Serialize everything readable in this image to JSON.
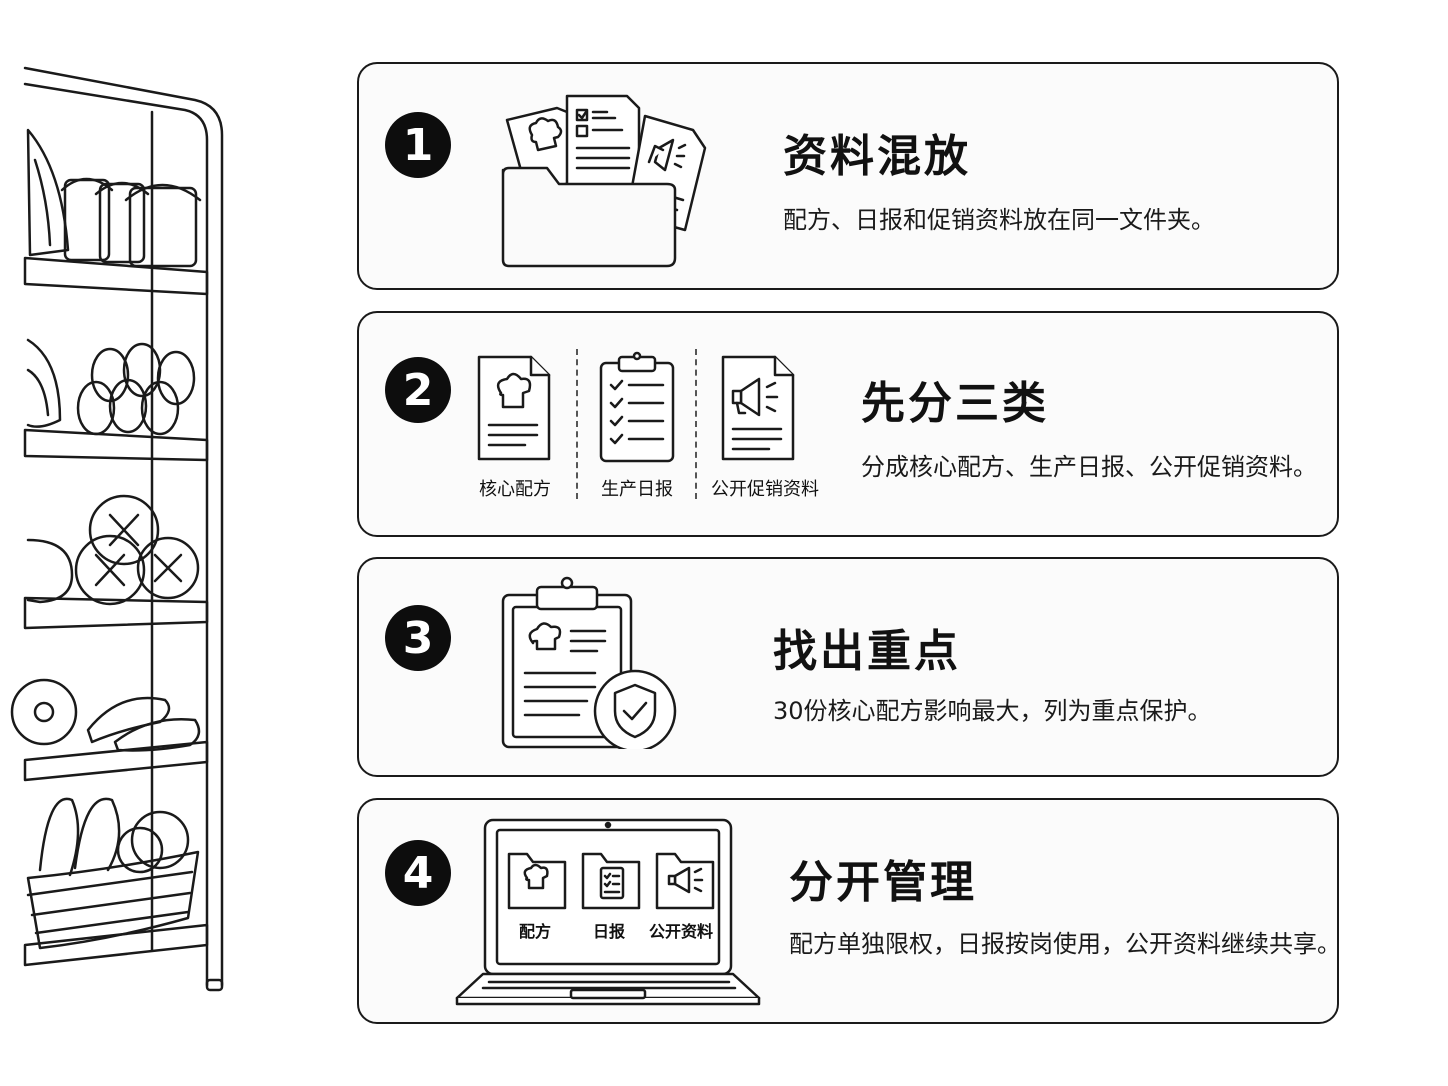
{
  "steps": [
    {
      "number": "1",
      "title": "资料混放",
      "description": "配方、日报和促销资料放在同一文件夹。"
    },
    {
      "number": "2",
      "title": "先分三类",
      "description": "分成核心配方、生产日报、公开促销资料。",
      "categories": [
        "核心配方",
        "生产日报",
        "公开促销资料"
      ]
    },
    {
      "number": "3",
      "title": "找出重点",
      "description": "30份核心配方影响最大，列为重点保护。"
    },
    {
      "number": "4",
      "title": "分开管理",
      "description": "配方单独限权，日报按岗使用，公开资料继续共享。",
      "folders": [
        "配方",
        "日报",
        "公开资料"
      ]
    }
  ],
  "icons": {
    "shelf": "bread-shelf-illustration",
    "step1": "mixed-folder-icon",
    "step2": [
      "recipe-document-icon",
      "checklist-document-icon",
      "promo-document-icon"
    ],
    "step3": "protected-clipboard-icon",
    "step4": "laptop-folders-icon"
  }
}
